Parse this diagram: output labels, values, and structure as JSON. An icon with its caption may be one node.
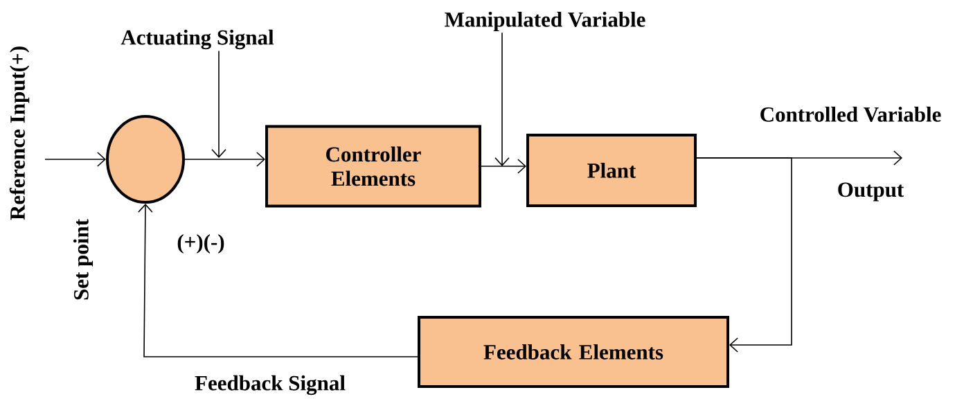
{
  "diagram": {
    "nodes": [
      {
        "text": [],
        "shape": "circle"
      },
      {
        "text": [
          "Controller Elements"
        ]
      },
      {
        "text": [
          "Plant"
        ]
      },
      {
        "text": [
          "Feedback Elements"
        ]
      },
      {
        "text": [
          "Actuating Signal"
        ]
      },
      {
        "text": [
          "Manipulated Variable"
        ]
      }
    ],
    "edges": [
      {
        "from": null,
        "to": 0,
        "arrow": "to"
      },
      {
        "from": 0,
        "to": 1,
        "arrow": "to"
      },
      {
        "from": 1,
        "to": 2,
        "arrow": "to"
      },
      {
        "from": 2,
        "to": null,
        "arrow": "to"
      },
      {
        "from": 2,
        "to": 3,
        "arrow": "to"
      },
      {
        "from": 3,
        "to": 0,
        "arrow": "to"
      },
      {
        "from": 4,
        "to": null,
        "arrow": "to"
      },
      {
        "from": 5,
        "to": null,
        "arrow": "to"
      }
    ],
    "labels": [
      "Reference Input(+)",
      "Set point",
      "(+)(-)",
      "Controlled Variable",
      "Output",
      "Feedback Signal"
    ]
  }
}
